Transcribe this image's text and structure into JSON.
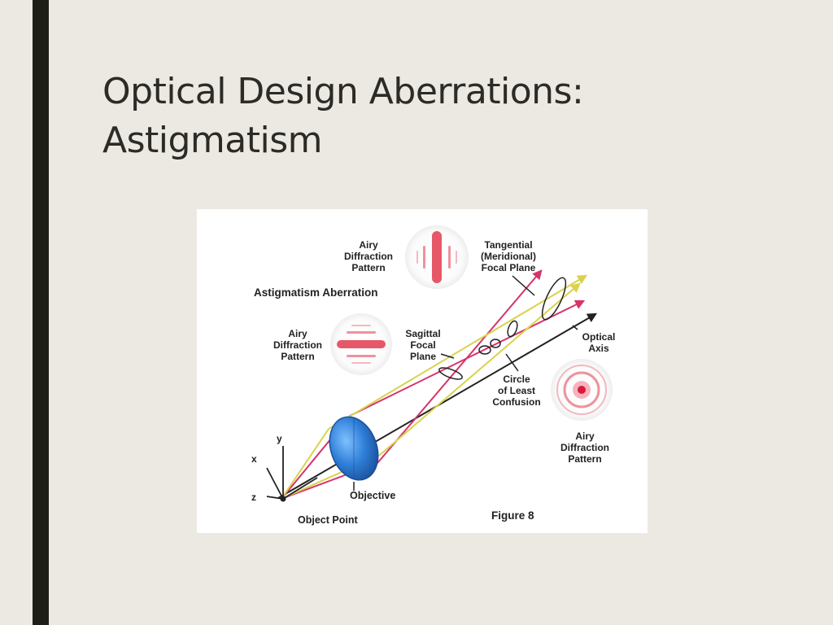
{
  "slide": {
    "title_line1": "Optical Design Aberrations:",
    "title_line2": "Astigmatism"
  },
  "figure": {
    "heading": "Astigmatism Aberration",
    "airy_top": [
      "Airy",
      "Diffraction",
      "Pattern"
    ],
    "tangential": [
      "Tangential",
      "(Meridional)",
      "Focal Plane"
    ],
    "airy_left": [
      "Airy",
      "Diffraction",
      "Pattern"
    ],
    "sagittal": [
      "Sagittal",
      "Focal",
      "Plane"
    ],
    "optical_axis": [
      "Optical",
      "Axis"
    ],
    "circle": [
      "Circle",
      "of Least",
      "Confusion"
    ],
    "airy_right": [
      "Airy",
      "Diffraction",
      "Pattern"
    ],
    "axis_y": "y",
    "axis_x": "x",
    "axis_z": "z",
    "objective": "Objective",
    "object_point": "Object Point",
    "figure_label": "Figure 8"
  },
  "colors": {
    "accent_bar": "#1e1e16",
    "background": "#ece9e2",
    "ray_pink": "#d6336c",
    "ray_yellow": "#d9d34a",
    "lens_blue": "#2f7fd8",
    "airy_red": "#e23b4e"
  }
}
